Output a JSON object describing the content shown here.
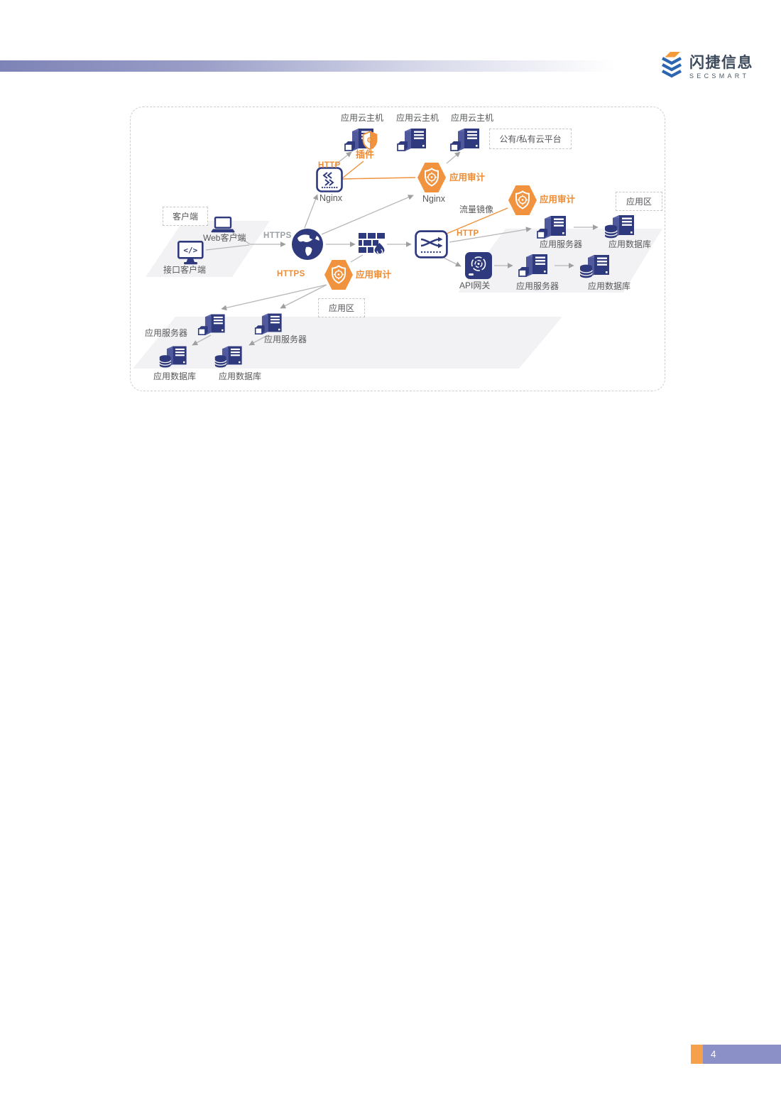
{
  "brand": {
    "name": "闪捷信息",
    "subname": "SECSMART"
  },
  "page_number": "4",
  "colors": {
    "navy": "#2e3a7d",
    "orange": "#f0923e",
    "orange_text": "#ef8c33",
    "gray_text": "#57585a",
    "line_gray": "#b8b8b8",
    "plane": "#f2f2f5",
    "header_gradient_start": "#7e83b7",
    "footer_bar": "#8b90c7",
    "footer_accent": "#f5a14b"
  },
  "diagram": {
    "zones": {
      "client": "客户端",
      "cloud_platform": "公有/私有云平台",
      "app_zone_right": "应用区",
      "app_zone_bottom": "应用区"
    },
    "labels": {
      "cloud_host": "应用云主机",
      "plugin": "插件",
      "nginx": "Nginx",
      "audit": "应用审计",
      "traffic_mirror": "流量镜像",
      "web_client": "Web客户端",
      "api_client": "接口客户端",
      "api_gateway": "API网关",
      "app_server": "应用服务器",
      "app_db": "应用数据库"
    },
    "protocols": {
      "http": "HTTP",
      "https": "HTTPS"
    },
    "icons": {
      "api_client_glyph": "</>"
    }
  }
}
